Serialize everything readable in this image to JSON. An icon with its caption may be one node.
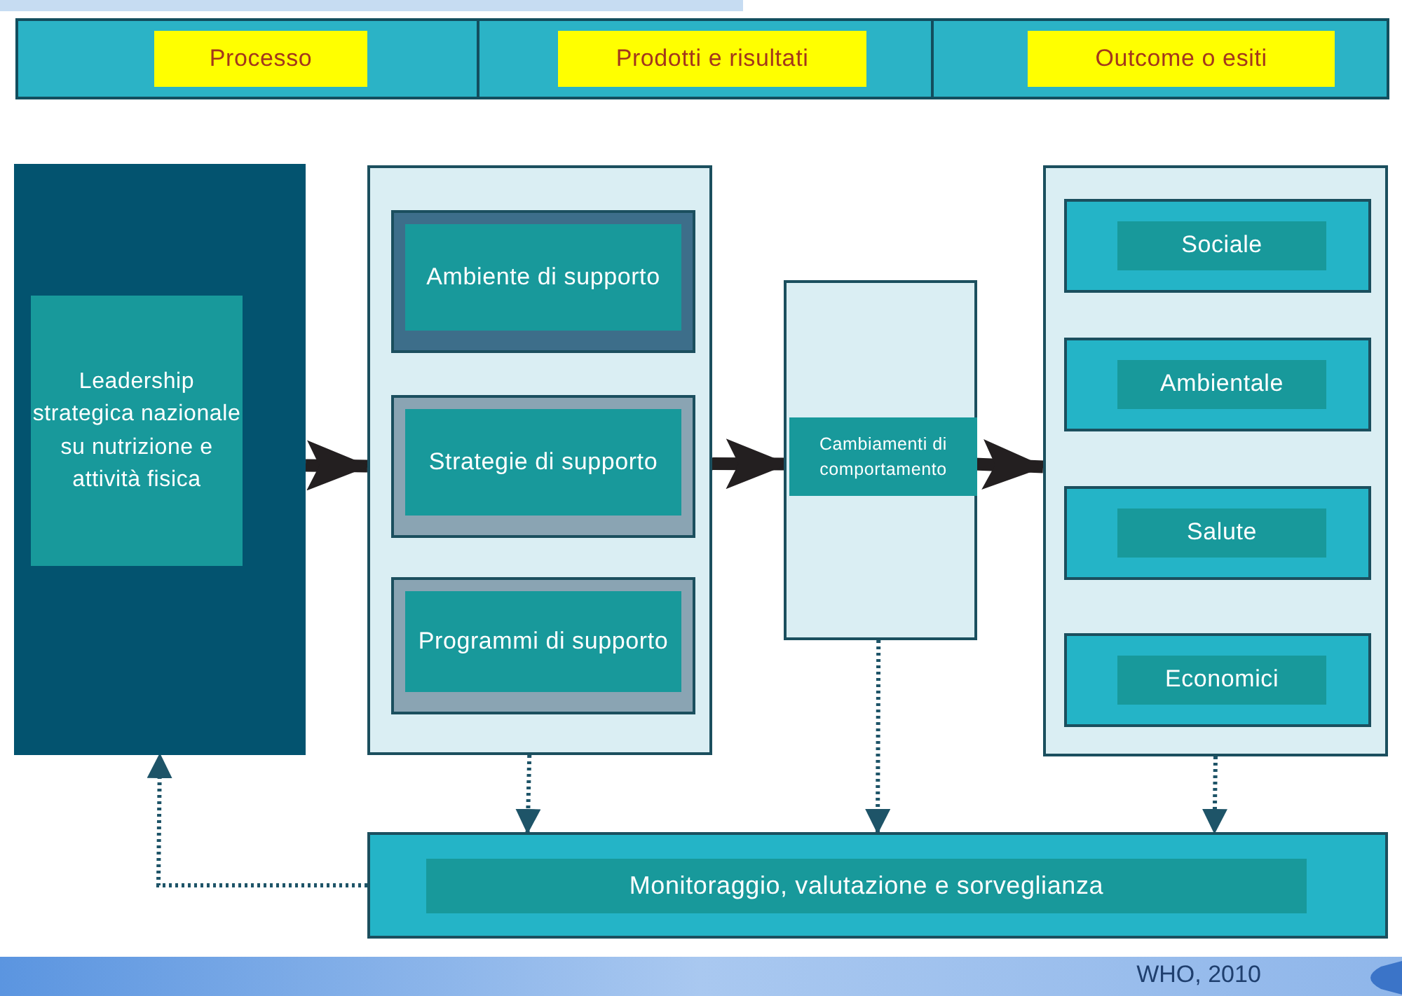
{
  "diagram": {
    "nodes": [
      {
        "text": [
          "Processo"
        ]
      },
      {
        "text": [
          "Prodotti e risultati"
        ]
      },
      {
        "text": [
          "Outcome o esiti"
        ]
      },
      {
        "text": [],
        "shape": "box"
      },
      {
        "text": [
          "Leadership strategica nazionale su nutrizione e attività fisica"
        ],
        "in": 3
      },
      {
        "text": [],
        "shape": "box"
      },
      {
        "text": [
          "Ambiente di supporto"
        ],
        "in": 5
      },
      {
        "text": [
          "Strategie di supporto"
        ],
        "in": 5
      },
      {
        "text": [
          "Programmi di supporto"
        ],
        "in": 5
      },
      {
        "text": [],
        "shape": "box"
      },
      {
        "text": [
          "Cambiamenti di comportamento"
        ],
        "in": 9
      },
      {
        "text": [],
        "shape": "box"
      },
      {
        "text": [
          "Sociale"
        ],
        "in": 11
      },
      {
        "text": [
          "Ambientale"
        ],
        "in": 11
      },
      {
        "text": [
          "Salute"
        ],
        "in": 11
      },
      {
        "text": [
          "Economici"
        ],
        "in": 11
      },
      {
        "text": [],
        "shape": "box"
      },
      {
        "text": [
          "Monitoraggio, valutazione e sorveglianza"
        ],
        "in": 16
      }
    ],
    "edges": [
      {
        "from": 3,
        "to": 5,
        "arrow": "to",
        "style": "thick",
        "color": "#231f20"
      },
      {
        "from": 7,
        "to": 10,
        "arrow": "to",
        "style": "thick",
        "color": "#231f20"
      },
      {
        "from": 10,
        "to": 11,
        "arrow": "to",
        "style": "thick",
        "color": "#231f20"
      },
      {
        "from": 5,
        "to": 16,
        "arrow": "to",
        "style": "dashed"
      },
      {
        "from": 9,
        "to": 16,
        "arrow": "to",
        "style": "dashed"
      },
      {
        "from": 11,
        "to": 16,
        "arrow": "to",
        "style": "dashed"
      },
      {
        "from": 16,
        "to": 3,
        "arrow": "to",
        "style": "dashed"
      }
    ],
    "labels": [
      "WHO, 2010"
    ]
  }
}
